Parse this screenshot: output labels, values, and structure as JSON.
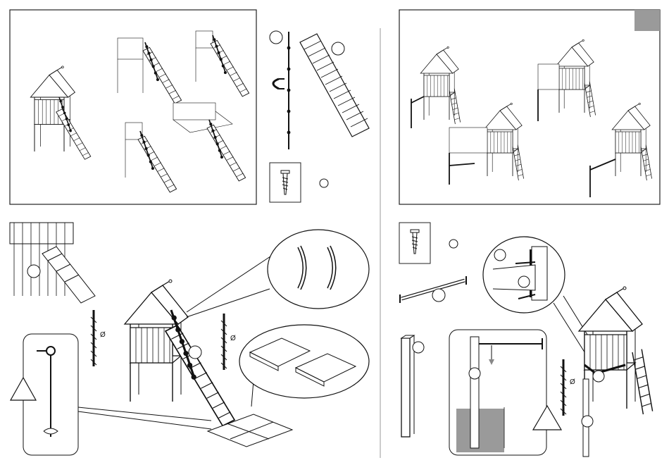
{
  "sheet": {
    "steps": [
      {
        "id": "ramp-variants",
        "panel_label": ""
      },
      {
        "id": "parts-ramp",
        "panel_label": ""
      },
      {
        "id": "bar-variants",
        "panel_label": ""
      },
      {
        "id": "ramp-install",
        "panel_label": ""
      },
      {
        "id": "bar-install",
        "panel_label": ""
      }
    ],
    "drill_mark": "Ø",
    "colors": {
      "line": "#111111",
      "fill_gray": "#9a9a9a",
      "panel_border": "#222222"
    },
    "icons": [
      "screw-icon",
      "rope-icon",
      "shackle-icon",
      "ramp-icon",
      "handle-icon",
      "floor-plate-icon",
      "ground-anchor-icon",
      "drill-bit-icon",
      "warning-triangle-icon",
      "bar-icon",
      "post-icon"
    ]
  }
}
